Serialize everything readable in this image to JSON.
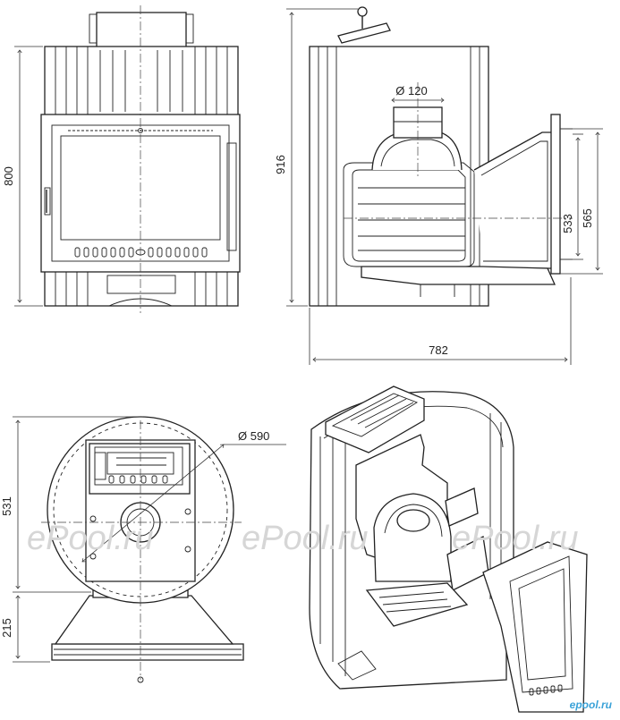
{
  "dimensions": {
    "front_height": "800",
    "side_height": "916",
    "side_width": "782",
    "door_height_inner": "533",
    "door_height_outer": "565",
    "pipe_diameter": "Ø 120",
    "body_diameter": "Ø 590",
    "top_depth": "531",
    "door_projection": "215"
  },
  "watermarks": [
    "ePool.ru",
    "ePool.ru",
    "ePool.ru"
  ],
  "logo_text": "epool.ru",
  "colors": {
    "line": "#222222",
    "watermark": "#d6d6d6",
    "logo": "#3aa2d8"
  }
}
